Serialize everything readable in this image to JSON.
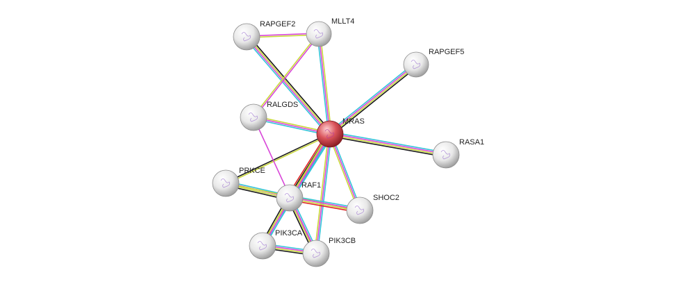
{
  "colors": {
    "query_node": "#d2454c",
    "node": "#e4e4e4",
    "node_stroke": "#8c8c8c",
    "evidence": {
      "database": "#33c4d9",
      "experimental": "#d846d8",
      "textmining": "#c9d83a",
      "coexpression": "#1a1a1a",
      "homology": "#3d4fd0",
      "fusion": "#e02020"
    }
  },
  "nodes": [
    {
      "id": "MRAS",
      "label": "MRAS",
      "query": true
    },
    {
      "id": "RAPGEF2",
      "label": "RAPGEF2"
    },
    {
      "id": "MLLT4",
      "label": "MLLT4"
    },
    {
      "id": "RAPGEF5",
      "label": "RAPGEF5"
    },
    {
      "id": "RALGDS",
      "label": "RALGDS"
    },
    {
      "id": "RASA1",
      "label": "RASA1"
    },
    {
      "id": "PRKCE",
      "label": "PRKCE"
    },
    {
      "id": "RAF1",
      "label": "RAF1"
    },
    {
      "id": "SHOC2",
      "label": "SHOC2"
    },
    {
      "id": "PIK3CA",
      "label": "PIK3CA"
    },
    {
      "id": "PIK3CB",
      "label": "PIK3CB"
    }
  ],
  "edges": [
    {
      "source": "MRAS",
      "target": "RAPGEF2",
      "evidence": [
        "database",
        "experimental",
        "textmining",
        "coexpression"
      ]
    },
    {
      "source": "MRAS",
      "target": "MLLT4",
      "evidence": [
        "database",
        "experimental",
        "textmining"
      ]
    },
    {
      "source": "MRAS",
      "target": "RAPGEF5",
      "evidence": [
        "database",
        "experimental",
        "textmining",
        "coexpression"
      ]
    },
    {
      "source": "MRAS",
      "target": "RALGDS",
      "evidence": [
        "database",
        "experimental",
        "textmining"
      ]
    },
    {
      "source": "MRAS",
      "target": "RASA1",
      "evidence": [
        "database",
        "experimental",
        "textmining",
        "coexpression"
      ]
    },
    {
      "source": "MRAS",
      "target": "PRKCE",
      "evidence": [
        "textmining",
        "coexpression"
      ]
    },
    {
      "source": "MRAS",
      "target": "RAF1",
      "evidence": [
        "database",
        "experimental",
        "textmining",
        "coexpression",
        "fusion"
      ]
    },
    {
      "source": "MRAS",
      "target": "SHOC2",
      "evidence": [
        "database",
        "experimental",
        "textmining"
      ]
    },
    {
      "source": "MRAS",
      "target": "PIK3CA",
      "evidence": [
        "database",
        "experimental",
        "textmining"
      ]
    },
    {
      "source": "MRAS",
      "target": "PIK3CB",
      "evidence": [
        "database",
        "experimental",
        "textmining"
      ]
    },
    {
      "source": "RAPGEF2",
      "target": "MLLT4",
      "evidence": [
        "experimental",
        "textmining"
      ]
    },
    {
      "source": "MLLT4",
      "target": "RALGDS",
      "evidence": [
        "experimental",
        "textmining"
      ]
    },
    {
      "source": "RALGDS",
      "target": "PIK3CB",
      "evidence": [
        "experimental"
      ]
    },
    {
      "source": "PRKCE",
      "target": "RAF1",
      "evidence": [
        "database",
        "experimental",
        "textmining",
        "coexpression"
      ]
    },
    {
      "source": "PRKCE",
      "target": "SHOC2",
      "evidence": [
        "textmining"
      ]
    },
    {
      "source": "RAF1",
      "target": "SHOC2",
      "evidence": [
        "database",
        "experimental",
        "textmining",
        "fusion"
      ]
    },
    {
      "source": "RAF1",
      "target": "PIK3CA",
      "evidence": [
        "database",
        "experimental",
        "textmining",
        "coexpression"
      ]
    },
    {
      "source": "RAF1",
      "target": "PIK3CB",
      "evidence": [
        "database",
        "experimental",
        "textmining",
        "coexpression"
      ]
    },
    {
      "source": "PIK3CA",
      "target": "PIK3CB",
      "evidence": [
        "database",
        "experimental",
        "textmining",
        "coexpression"
      ]
    }
  ]
}
